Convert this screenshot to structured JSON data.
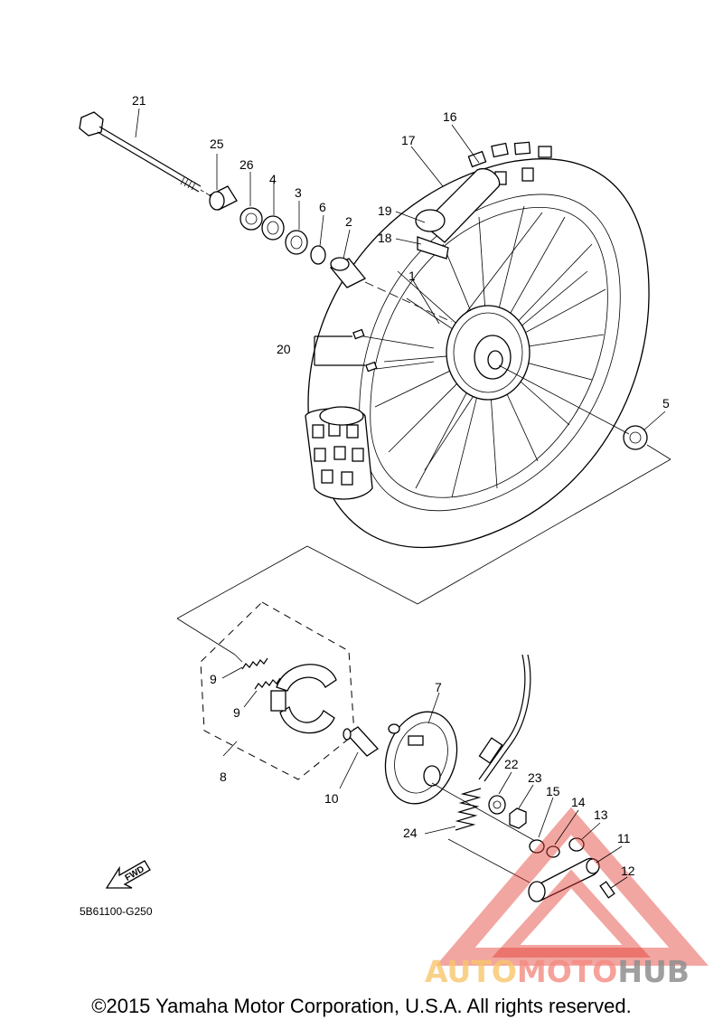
{
  "diagram": {
    "callouts": [
      "1",
      "2",
      "3",
      "4",
      "5",
      "6",
      "7",
      "8",
      "9",
      "9",
      "10",
      "11",
      "12",
      "13",
      "14",
      "15",
      "16",
      "17",
      "18",
      "19",
      "20",
      "21",
      "22",
      "23",
      "24",
      "25",
      "26"
    ],
    "fwd_label": "FWD",
    "drawing_code": "5B61100-G250",
    "copyright": "©2015 Yamaha Motor Corporation, U.S.A. All rights reserved."
  },
  "watermark": {
    "part1": "AUTO",
    "part2": "MOTO",
    "part3": "HUB",
    "colors": {
      "auto": "#f7c56a",
      "moto": "#f28b82",
      "hub": "#8e8e8e",
      "triangle": "#e23a2e"
    }
  },
  "icons": {
    "fwd_arrow": "fwd-arrow-icon",
    "watermark_triangle": "triangle-logo-icon"
  }
}
